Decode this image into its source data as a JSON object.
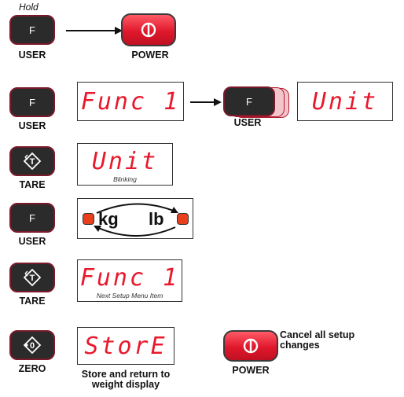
{
  "step1": {
    "hold_label": "Hold",
    "key": "F",
    "key_caption": "USER",
    "power_caption": "POWER"
  },
  "step2": {
    "key": "F",
    "key_caption": "USER",
    "display": "Func 1",
    "key2": "F",
    "key2_caption": "USER",
    "display2": "Unit"
  },
  "step3": {
    "key_caption": "TARE",
    "display": "Unit",
    "display_sub": "Blinking"
  },
  "step4": {
    "key": "F",
    "key_caption": "USER",
    "unit_left": "kg",
    "unit_right": "lb"
  },
  "step5": {
    "key_caption": "TARE",
    "display": "Func 1",
    "display_sub": "Next Setup Menu Item"
  },
  "step6": {
    "key_caption": "ZERO",
    "display": "StorE",
    "store_note": "Store and return to weight display",
    "power_caption": "POWER",
    "cancel_note": "Cancel all setup changes"
  },
  "colors": {
    "key": "#2b2b2b",
    "key_border": "#7a1a2a",
    "segment": "#e8192c",
    "power": "#e0182c",
    "led": "#e8401c"
  }
}
